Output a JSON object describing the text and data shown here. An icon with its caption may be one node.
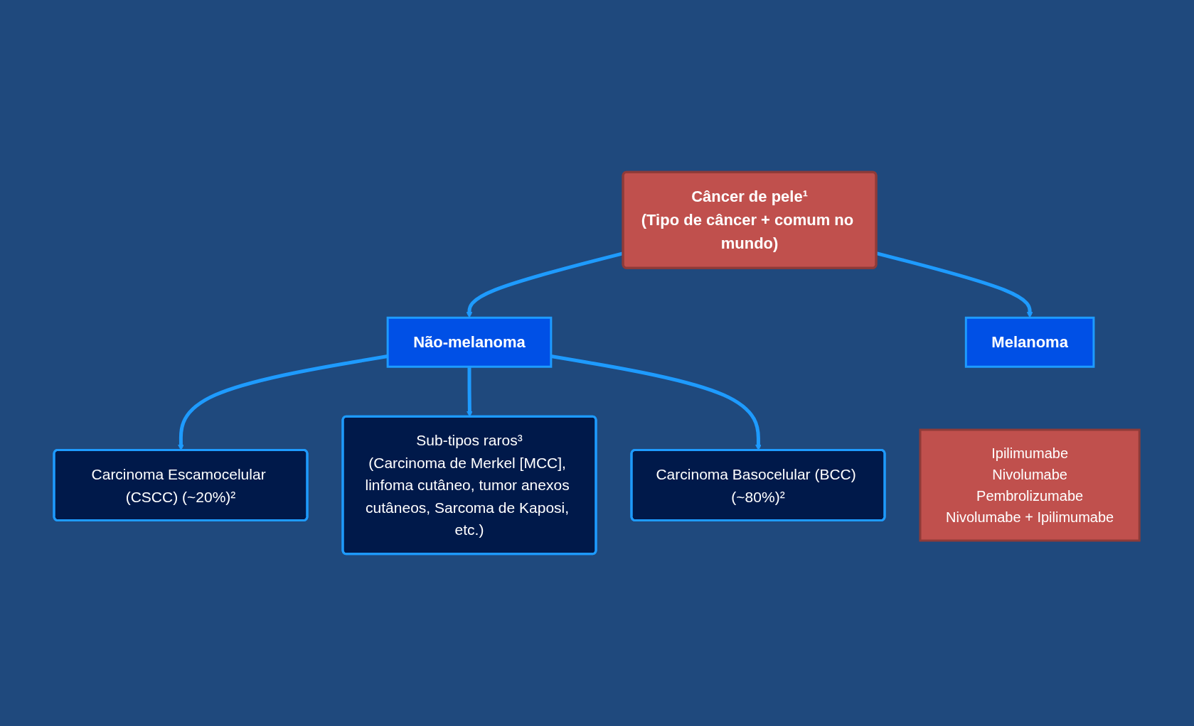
{
  "diagram": {
    "nodes": [
      {
        "text": [
          "Câncer de pele¹",
          "(Tipo de câncer + comum no mundo)"
        ]
      },
      {
        "text": [
          "Não-melanoma"
        ]
      },
      {
        "text": [
          "Melanoma"
        ]
      },
      {
        "text": [
          "Ipilimumabe",
          "Nivolumabe",
          "Pembrolizumabe",
          "Nivolumabe + Ipilimumabe"
        ]
      },
      {
        "text": [
          "Carcinoma Escamocelular (CSCC) (~20%)²"
        ]
      },
      {
        "text": [
          "Carcinoma Basocelular (BCC) (~80%)²"
        ]
      },
      {
        "text": [
          "Sub-tipos raros³",
          "(Carcinoma de Merkel [MCC], linfoma cutâneo, tumor anexos cutâneos, Sarcoma de Kaposi, etc.)"
        ]
      }
    ],
    "edges": [
      {
        "from": 0,
        "to": 1,
        "arrow": "to"
      },
      {
        "from": 0,
        "to": 2,
        "arrow": "to"
      },
      {
        "from": 1,
        "to": 4,
        "arrow": "to"
      },
      {
        "from": 1,
        "to": 6,
        "arrow": "to"
      },
      {
        "from": 1,
        "to": 5,
        "arrow": "to"
      }
    ]
  }
}
